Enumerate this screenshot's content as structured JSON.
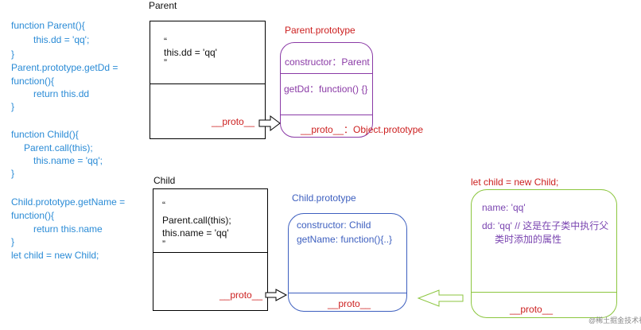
{
  "code": {
    "lines": [
      "function Parent(){",
      "this.dd = 'qq';",
      "}",
      "Parent.prototype.getDd =",
      "function(){",
      "return this.dd",
      "}",
      "function Child(){",
      "Parent.call(this);",
      "this.name = 'qq';",
      "}",
      "Child.prototype.getName =",
      "function(){",
      "return this.name",
      "}",
      "let child = new Child;"
    ]
  },
  "parent": {
    "label": "Parent",
    "open_quote": "“",
    "body": "this.dd = 'qq'",
    "close_quote": "”",
    "proto": "__proto__"
  },
  "parent_prototype": {
    "label": "Parent.prototype",
    "constructor": "constructor：Parent",
    "getdd": "getDd：function() {}",
    "proto": "__proto__：Object.prototype"
  },
  "child": {
    "label": "Child",
    "open_quote": "“",
    "line1": "Parent.call(this);",
    "line2": "this.name = 'qq'",
    "close_quote": "”",
    "proto": "__proto__"
  },
  "child_prototype": {
    "label": "Child.prototype",
    "constructor": "constructor: Child",
    "getname": "getName: function(){..}",
    "proto": "__proto__"
  },
  "instance": {
    "label": "let child = new Child;",
    "name": "name: 'qq'",
    "dd_line1": "dd: 'qq'  // 这是在子类中执行父",
    "dd_line2": "类时添加的属性",
    "proto": "__proto__"
  },
  "watermark": "@稀土掘金技术社区",
  "colors": {
    "code": "#2a8bd6",
    "parent_prototype": "#8a3aa6",
    "child_prototype": "#3d5fbf",
    "instance": "#8cc63f",
    "proto_label": "#cc1f1f"
  }
}
